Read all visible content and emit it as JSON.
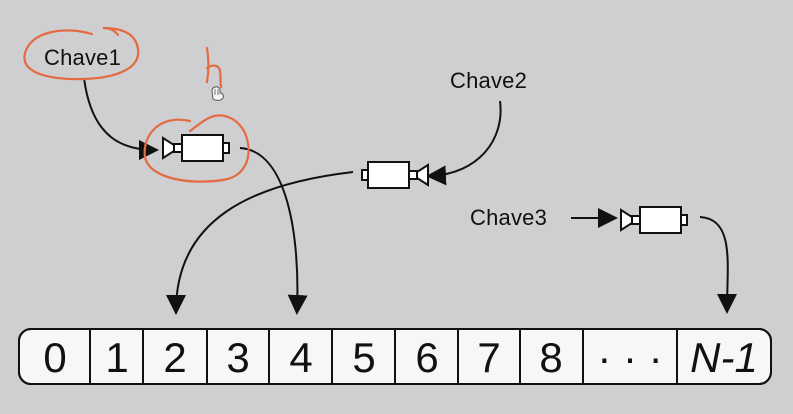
{
  "keys": [
    {
      "label": "Chave1"
    },
    {
      "label": "Chave2"
    },
    {
      "label": "Chave3"
    }
  ],
  "annotation_text": "h",
  "array": {
    "cells": [
      "0",
      "1",
      "2",
      "3",
      "4",
      "5",
      "6",
      "7",
      "8",
      "· · ·",
      "N-1"
    ]
  },
  "colors": {
    "background": "#cfcfd1",
    "ink": "#111111",
    "annotation": "#e46a40",
    "cell_fill": "#f7f7f7"
  },
  "icons": {
    "camera": "video-camera-icon"
  }
}
